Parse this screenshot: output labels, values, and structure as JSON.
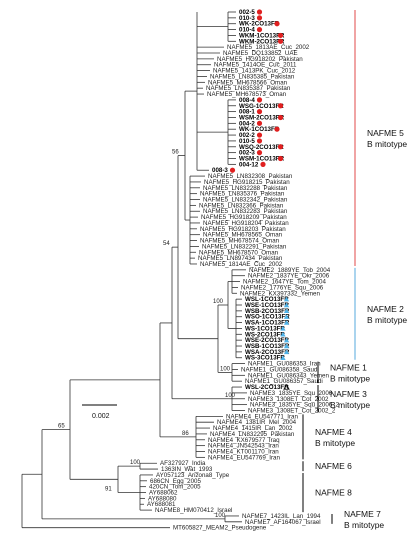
{
  "tips": [
    {
      "label": "002-5",
      "bold": true,
      "marker": "red-dot"
    },
    {
      "label": "010-3",
      "bold": true,
      "marker": "red-dot"
    },
    {
      "label": "WK-2CO13FR",
      "bold": true,
      "marker": "red-dot"
    },
    {
      "label": "010-4",
      "bold": true,
      "marker": "red-dot"
    },
    {
      "label": "WKM-1CO13FR",
      "bold": true,
      "marker": "red-dot"
    },
    {
      "label": "WKM-2CO13FR",
      "bold": true,
      "marker": "red-dot"
    },
    {
      "label": "NAFME5_1813AE_Cuc_2002",
      "bold": false,
      "marker": ""
    },
    {
      "label": "NAFME5_DQ133852_UAE",
      "bold": false,
      "marker": ""
    },
    {
      "label": "NAFME5_HG918202_Pakistan",
      "bold": false,
      "marker": ""
    },
    {
      "label": "NAFME5_1414OE_Cuc_2011",
      "bold": false,
      "marker": ""
    },
    {
      "label": "NAFME5_1413PK_Cuc_2012",
      "bold": false,
      "marker": ""
    },
    {
      "label": "NAFME5_LN835385_Pakistan",
      "bold": false,
      "marker": ""
    },
    {
      "label": "NAFME5_MH678566_Oman",
      "bold": false,
      "marker": ""
    },
    {
      "label": "NAFME5_LN835387_Pakistan",
      "bold": false,
      "marker": ""
    },
    {
      "label": "NAFME5_MH678573_Oman",
      "bold": false,
      "marker": ""
    },
    {
      "label": "008-4",
      "bold": true,
      "marker": "red-dot"
    },
    {
      "label": "WSG-1CO13FR",
      "bold": true,
      "marker": "red-dot"
    },
    {
      "label": "008-1",
      "bold": true,
      "marker": "red-dot"
    },
    {
      "label": "WSM-2CO13FR",
      "bold": true,
      "marker": "red-dot"
    },
    {
      "label": "004-2",
      "bold": true,
      "marker": "red-dot"
    },
    {
      "label": "WK-1CO13FR",
      "bold": true,
      "marker": "red-dot"
    },
    {
      "label": "002-2",
      "bold": true,
      "marker": "red-dot"
    },
    {
      "label": "010-5",
      "bold": true,
      "marker": "red-dot"
    },
    {
      "label": "WSQ-2CO13FR",
      "bold": true,
      "marker": "red-dot"
    },
    {
      "label": "002-3",
      "bold": true,
      "marker": "red-dot"
    },
    {
      "label": "WSM-1CO13FR",
      "bold": true,
      "marker": "red-dot"
    },
    {
      "label": "004-12",
      "bold": true,
      "marker": "red-dot"
    },
    {
      "label": "008-3",
      "bold": true,
      "marker": "red-dot"
    },
    {
      "label": "NAFME5_LN832308_Pakistan",
      "bold": false,
      "marker": ""
    },
    {
      "label": "NAFME5_HG918215_Pakistan",
      "bold": false,
      "marker": ""
    },
    {
      "label": "NAFME5_LN832288_Pakistan",
      "bold": false,
      "marker": ""
    },
    {
      "label": "NAFME5_LN835376_Pakistan",
      "bold": false,
      "marker": ""
    },
    {
      "label": "NAFME5_LN832342_Pakistan",
      "bold": false,
      "marker": ""
    },
    {
      "label": "NAFME5_LN832366_Pakistan",
      "bold": false,
      "marker": ""
    },
    {
      "label": "NAFME5_LN832283_Pakistan",
      "bold": false,
      "marker": ""
    },
    {
      "label": "NAFME5_HG918209_Pakistan",
      "bold": false,
      "marker": ""
    },
    {
      "label": "NAFME5_HG918204_Pakistan",
      "bold": false,
      "marker": ""
    },
    {
      "label": "NAFME5_HG918203_Pakistan",
      "bold": false,
      "marker": ""
    },
    {
      "label": "NAFME5_MH678565_Oman",
      "bold": false,
      "marker": ""
    },
    {
      "label": "NAFME5_MH678574_Oman",
      "bold": false,
      "marker": ""
    },
    {
      "label": "NAFME5_LN832291_Pakistan",
      "bold": false,
      "marker": ""
    },
    {
      "label": "NAFME5_MH678570_Oman",
      "bold": false,
      "marker": ""
    },
    {
      "label": "NAFME5_LN897434_Pakistan",
      "bold": false,
      "marker": ""
    },
    {
      "label": "NAFME5_1814AE_Cuc_2002",
      "bold": false,
      "marker": ""
    },
    {
      "label": "NAFME2_1889YE_Tob_2004",
      "bold": false,
      "marker": ""
    },
    {
      "label": "NAFME2_1837YE_Okr_2006",
      "bold": false,
      "marker": ""
    },
    {
      "label": "NAFME2_1647YE_Tom_2004",
      "bold": false,
      "marker": ""
    },
    {
      "label": "NAFME2_1776YE_Squ_2006",
      "bold": false,
      "marker": ""
    },
    {
      "label": "NAFME2_KX397332_Yemen",
      "bold": false,
      "marker": ""
    },
    {
      "label": "WSL-1CO13FR",
      "bold": true,
      "marker": "blue-triangle"
    },
    {
      "label": "WSE-1CO13FR",
      "bold": true,
      "marker": "blue-triangle"
    },
    {
      "label": "WSB-2CO13FR",
      "bold": true,
      "marker": "blue-triangle"
    },
    {
      "label": "WSO-1CO13FR",
      "bold": true,
      "marker": "blue-triangle"
    },
    {
      "label": "WSA-1CO13FR",
      "bold": true,
      "marker": "blue-triangle"
    },
    {
      "label": "WS-1CO13FR",
      "bold": true,
      "marker": "blue-triangle"
    },
    {
      "label": "WS-2CO13FR",
      "bold": true,
      "marker": "blue-triangle"
    },
    {
      "label": "WSE-2CO13FR",
      "bold": true,
      "marker": "blue-triangle"
    },
    {
      "label": "WSB-1CO13FR",
      "bold": true,
      "marker": "blue-triangle"
    },
    {
      "label": "WSA-2CO13FR",
      "bold": true,
      "marker": "blue-triangle"
    },
    {
      "label": "WS-3CO13FR",
      "bold": true,
      "marker": "blue-triangle"
    },
    {
      "label": "NAFME1_GU086353_Iran",
      "bold": false,
      "marker": ""
    },
    {
      "label": "NAFME1_GU086358_Saudi",
      "bold": false,
      "marker": ""
    },
    {
      "label": "NAFME1_GU086343_Yemen",
      "bold": false,
      "marker": ""
    },
    {
      "label": "NAFME1_GU086357_Saudi",
      "bold": false,
      "marker": ""
    },
    {
      "label": "WSL-2CO13FR",
      "bold": true,
      "marker": "open-triangle"
    },
    {
      "label": "NAFME3_1835YE_Squ_2006",
      "bold": false,
      "marker": ""
    },
    {
      "label": "NAFME3_1308ET_Cot_2002",
      "bold": false,
      "marker": ""
    },
    {
      "label": "NAFME3_1835YE_Squ_2006_2",
      "bold": false,
      "marker": ""
    },
    {
      "label": "NAFME3_1308ET_Cot_2002_2",
      "bold": false,
      "marker": ""
    },
    {
      "label": "NAFME4_EU547771_Iran",
      "bold": false,
      "marker": ""
    },
    {
      "label": "NAFME4_1381IR_Mel_2004",
      "bold": false,
      "marker": ""
    },
    {
      "label": "NAFME4_1415IR_Lan_2002",
      "bold": false,
      "marker": ""
    },
    {
      "label": "NAFME4_LN832295_Pakistan",
      "bold": false,
      "marker": ""
    },
    {
      "label": "NAFME4_KX679577_Iraq",
      "bold": false,
      "marker": ""
    },
    {
      "label": "NAFME4_JN542543_Iran",
      "bold": false,
      "marker": ""
    },
    {
      "label": "NAFME4_KT001170_Iran",
      "bold": false,
      "marker": ""
    },
    {
      "label": "NAFME4_EU547769_Iran",
      "bold": false,
      "marker": ""
    },
    {
      "label": "AF327927_India",
      "bold": false,
      "marker": ""
    },
    {
      "label": "1363IN_Wat_1993",
      "bold": false,
      "marker": ""
    },
    {
      "label": "AY057123_Arizona8_Type",
      "bold": false,
      "marker": ""
    },
    {
      "label": "686CN_Egg_2005",
      "bold": false,
      "marker": ""
    },
    {
      "label": "420CN_Tom_2005",
      "bold": false,
      "marker": ""
    },
    {
      "label": "AY688062",
      "bold": false,
      "marker": ""
    },
    {
      "label": "AY688080",
      "bold": false,
      "marker": ""
    },
    {
      "label": "AY688081",
      "bold": false,
      "marker": ""
    },
    {
      "label": "NAFME8_HM070412_Israel",
      "bold": false,
      "marker": ""
    },
    {
      "label": "NAFME7_1423IL_Lan_1994",
      "bold": false,
      "marker": ""
    },
    {
      "label": "NAFME7_AF164067_Israel",
      "bold": false,
      "marker": ""
    },
    {
      "label": "MT605827_MEAM2_Pseudogene",
      "bold": false,
      "marker": ""
    }
  ],
  "clades": [
    {
      "name": "NAFME 5",
      "sub": "B mitotype",
      "color": "#e24848"
    },
    {
      "name": "NAFME 2",
      "sub": "B mitotype",
      "color": "#55aadd"
    },
    {
      "name": "NAFME 1",
      "sub": "B mitotype",
      "color": "#000000"
    },
    {
      "name": "NAFME 3",
      "sub": "B mitotype",
      "color": "#000000"
    },
    {
      "name": "NAFME 4",
      "sub": "B mitotype",
      "color": "#000000"
    },
    {
      "name": "NAFME 6",
      "sub": "",
      "color": "#000000"
    },
    {
      "name": "NAFME 8",
      "sub": "",
      "color": "#000000"
    },
    {
      "name": "NAFME 7",
      "sub": "B mitotype",
      "color": "#000000"
    }
  ],
  "bootstrap": [
    "56",
    "54",
    "100",
    "100",
    "100",
    "86",
    "100",
    "91",
    "65",
    "100"
  ],
  "scale_bar": "0.002",
  "colors": {
    "red_marker": "#e02020",
    "blue_marker": "#4fb3e8",
    "branch": "#333333"
  }
}
